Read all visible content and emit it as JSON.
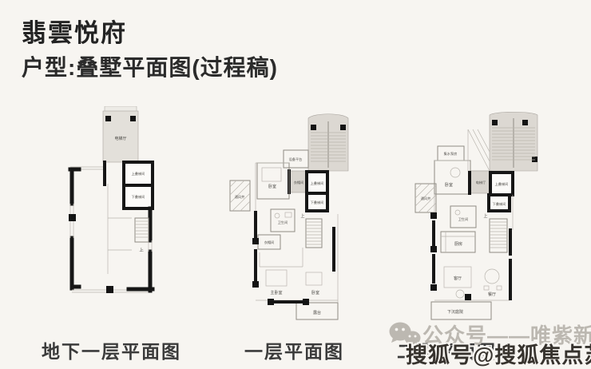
{
  "header": {
    "title": "翡雲悦府",
    "subtitle": "户型:叠墅平面图(过程稿)"
  },
  "plans": [
    {
      "caption": "地下一层平面图",
      "rooms": {
        "elevator_hall": "电梯厅",
        "upper_stair": "上叠梯间",
        "lower_stair": "下叠梯间",
        "stair_up": "上"
      }
    },
    {
      "caption": "一层平面图",
      "rooms": {
        "equipment_platform": "设备平台",
        "bedroom_upper": "卧室",
        "cloakroom_entry": "衣帽间",
        "upper_stair": "上叠梯间",
        "lower_stair": "下叠梯间",
        "vent_shaft": "通风井",
        "bathroom": "卫生间",
        "cloakroom": "衣帽间",
        "master_bedroom": "主卧室",
        "bedroom_lower": "卧室",
        "terrace": "露台",
        "stair_up": "上"
      }
    },
    {
      "caption": "二层平面图",
      "rooms": {
        "pump_room": "集水泵房",
        "bedroom": "卧室",
        "vent_shaft": "通风井",
        "elevator_hall": "电梯厅",
        "upper_stair": "上叠梯间",
        "lower_stair": "下叠梯间",
        "bathroom": "卫生间",
        "kitchen": "厨房",
        "living_room": "客厅",
        "dining_room": "餐厅",
        "sunken_courtyard": "下沉庭院",
        "stair_up": "上"
      }
    }
  ],
  "watermarks": {
    "wechat_account": "公众号——唯紫新房房",
    "sohu_account": "搜狐号@搜狐焦点苏州站"
  },
  "colors": {
    "background": "#f7f5f1",
    "ink": "#232323",
    "wall": "#161616",
    "core_fill": "#e3e0da",
    "stair_fill": "#dcd8d2",
    "watermark_gray": "#bcb8b1",
    "watermark_dark": "#37332e"
  }
}
